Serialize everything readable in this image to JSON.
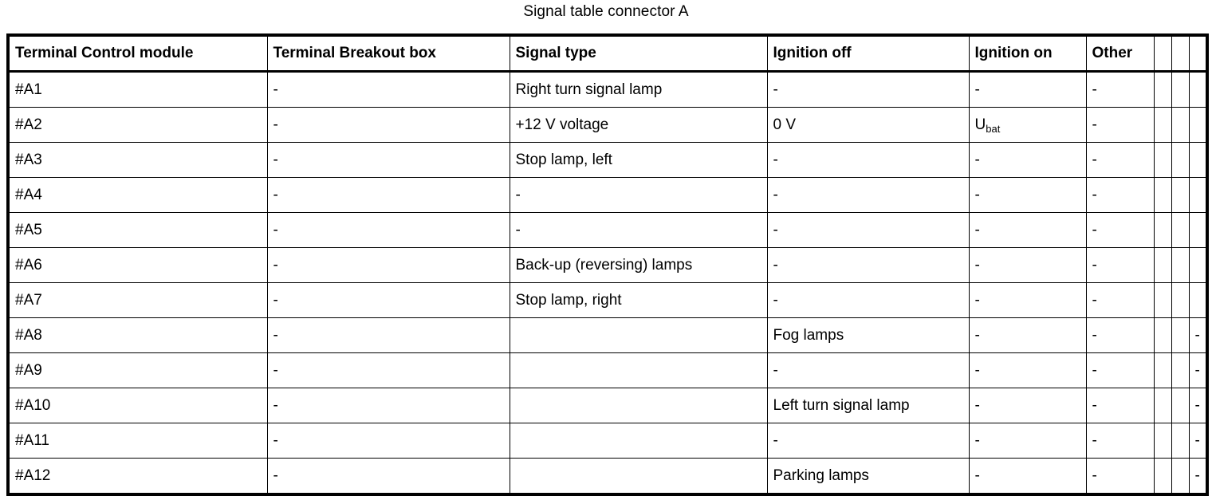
{
  "document": {
    "title": "Signal table connector A"
  },
  "table": {
    "columns": [
      {
        "key": "terminal_control_module",
        "label": "Terminal Control module"
      },
      {
        "key": "terminal_breakout_box",
        "label": "Terminal Breakout box"
      },
      {
        "key": "signal_type",
        "label": "Signal type"
      },
      {
        "key": "ignition_off",
        "label": "Ignition off"
      },
      {
        "key": "ignition_on",
        "label": "Ignition on"
      },
      {
        "key": "other",
        "label": "Other"
      },
      {
        "key": "extra_1",
        "label": ""
      },
      {
        "key": "extra_2",
        "label": ""
      },
      {
        "key": "extra_3",
        "label": ""
      }
    ],
    "rows": [
      {
        "terminal_control_module": "#A1",
        "terminal_breakout_box": "-",
        "signal_type": "Right turn signal lamp",
        "ignition_off": "-",
        "ignition_on": "-",
        "other": "-",
        "extra_1": "",
        "extra_2": "",
        "extra_3": ""
      },
      {
        "terminal_control_module": "#A2",
        "terminal_breakout_box": "-",
        "signal_type": "+12 V voltage",
        "ignition_off": "0 V",
        "ignition_on": "Ubat",
        "ignition_on_base": "U",
        "ignition_on_sub": "bat",
        "other": "-",
        "extra_1": "",
        "extra_2": "",
        "extra_3": ""
      },
      {
        "terminal_control_module": "#A3",
        "terminal_breakout_box": "-",
        "signal_type": "Stop lamp, left",
        "ignition_off": "-",
        "ignition_on": "-",
        "other": "-",
        "extra_1": "",
        "extra_2": "",
        "extra_3": ""
      },
      {
        "terminal_control_module": "#A4",
        "terminal_breakout_box": "-",
        "signal_type": "-",
        "ignition_off": "-",
        "ignition_on": "-",
        "other": "-",
        "extra_1": "",
        "extra_2": "",
        "extra_3": ""
      },
      {
        "terminal_control_module": "#A5",
        "terminal_breakout_box": "-",
        "signal_type": "-",
        "ignition_off": "-",
        "ignition_on": "-",
        "other": "-",
        "extra_1": "",
        "extra_2": "",
        "extra_3": ""
      },
      {
        "terminal_control_module": "#A6",
        "terminal_breakout_box": "-",
        "signal_type": "Back-up (reversing) lamps",
        "ignition_off": "-",
        "ignition_on": "-",
        "other": "-",
        "extra_1": "",
        "extra_2": "",
        "extra_3": ""
      },
      {
        "terminal_control_module": "#A7",
        "terminal_breakout_box": "-",
        "signal_type": "Stop lamp, right",
        "ignition_off": "-",
        "ignition_on": "-",
        "other": "-",
        "extra_1": "",
        "extra_2": "",
        "extra_3": ""
      },
      {
        "terminal_control_module": "#A8",
        "terminal_breakout_box": "-",
        "signal_type": "",
        "ignition_off": "Fog lamps",
        "ignition_on": "-",
        "other": "-",
        "extra_1": "",
        "extra_2": "",
        "extra_3": "-"
      },
      {
        "terminal_control_module": "#A9",
        "terminal_breakout_box": "-",
        "signal_type": "",
        "ignition_off": "-",
        "ignition_on": "-",
        "other": "-",
        "extra_1": "",
        "extra_2": "",
        "extra_3": "-"
      },
      {
        "terminal_control_module": "#A10",
        "terminal_breakout_box": "-",
        "signal_type": "",
        "ignition_off": "Left turn signal lamp",
        "ignition_on": "-",
        "other": "-",
        "extra_1": "",
        "extra_2": "",
        "extra_3": "-"
      },
      {
        "terminal_control_module": "#A11",
        "terminal_breakout_box": "-",
        "signal_type": "",
        "ignition_off": "-",
        "ignition_on": "-",
        "other": "-",
        "extra_1": "",
        "extra_2": "",
        "extra_3": "-"
      },
      {
        "terminal_control_module": "#A12",
        "terminal_breakout_box": "-",
        "signal_type": "",
        "ignition_off": "Parking lamps",
        "ignition_on": "-",
        "other": "-",
        "extra_1": "",
        "extra_2": "",
        "extra_3": "-"
      }
    ]
  },
  "colors": {
    "background": "#ffffff",
    "text": "#000000",
    "border": "#000000"
  }
}
